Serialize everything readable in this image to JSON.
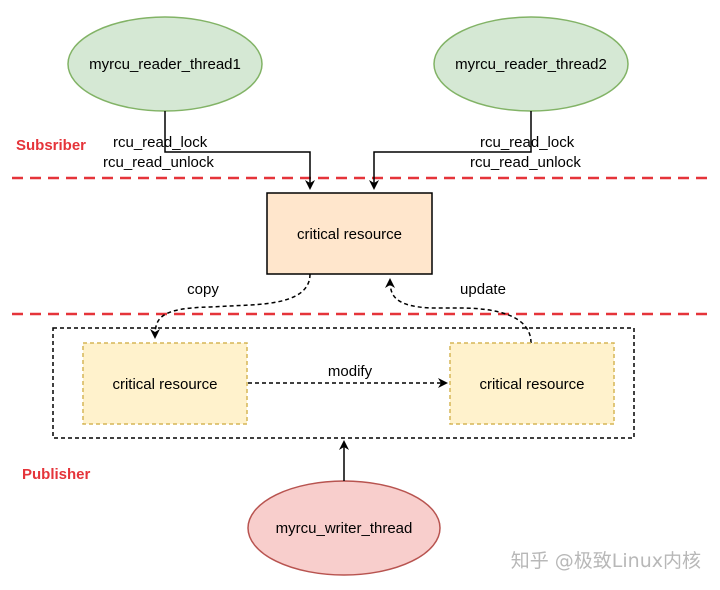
{
  "diagram": {
    "colors": {
      "reader_fill": "#d5e8d4",
      "reader_stroke": "#82b366",
      "writer_fill": "#f8cecc",
      "writer_stroke": "#b85450",
      "critical_fill": "#ffe6cc",
      "critical_stroke": "#000000",
      "copy_fill": "#fff2cc",
      "copy_stroke": "#d6b656",
      "divider": "#e5343a",
      "section_label": "#e5343a",
      "watermark": "#b8b8b8"
    },
    "sections": {
      "subscriber": "Subsriber",
      "publisher": "Publisher"
    },
    "nodes": {
      "reader1": "myrcu_reader_thread1",
      "reader2": "myrcu_reader_thread2",
      "critical": "critical resource",
      "copy_left": "critical resource",
      "copy_right": "critical resource",
      "writer": "myrcu_writer_thread"
    },
    "edges": {
      "reader1_lock": "rcu_read_lock",
      "reader1_unlock": "rcu_read_unlock",
      "reader2_lock": "rcu_read_lock",
      "reader2_unlock": "rcu_read_unlock",
      "copy": "copy",
      "modify": "modify",
      "update": "update"
    },
    "watermark": "知乎 @极致Linux内核"
  }
}
